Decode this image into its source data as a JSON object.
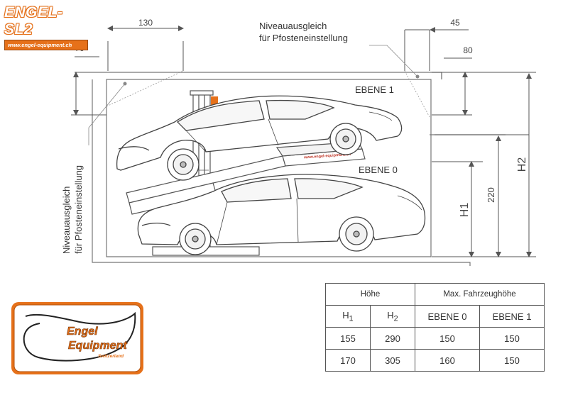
{
  "brand": {
    "title": "ENGEL-SL2",
    "url": "www.engel-equipment.ch"
  },
  "badge": {
    "line1": "Engel",
    "line2": "Equipment",
    "line3": "Switzerland"
  },
  "drawing": {
    "dimensions": {
      "d130": "130",
      "d70": "70",
      "d45": "45",
      "d80": "80",
      "d220": "220",
      "h1": "H1",
      "h2": "H2"
    },
    "note_top": [
      "Niveauausgleich",
      "für Pfosteneinstellung"
    ],
    "note_side": [
      "Niveauausgleich",
      "für Pfosteneinstellung"
    ],
    "levels": {
      "upper": "EBENE 1",
      "lower": "EBENE 0"
    },
    "platform_label": "www.engel-equipment.ch",
    "colors": {
      "line": "#555555",
      "accent": "#e6711a",
      "label": "#c0392b"
    }
  },
  "table": {
    "group_height": "Höhe",
    "group_vehicle": "Max. Fahrzeughöhe",
    "columns": [
      "H",
      "H",
      "EBENE 0",
      "EBENE 1"
    ],
    "column_subscripts": [
      "1",
      "2",
      "",
      ""
    ],
    "rows": [
      [
        "155",
        "290",
        "150",
        "150"
      ],
      [
        "170",
        "305",
        "160",
        "150"
      ]
    ]
  }
}
